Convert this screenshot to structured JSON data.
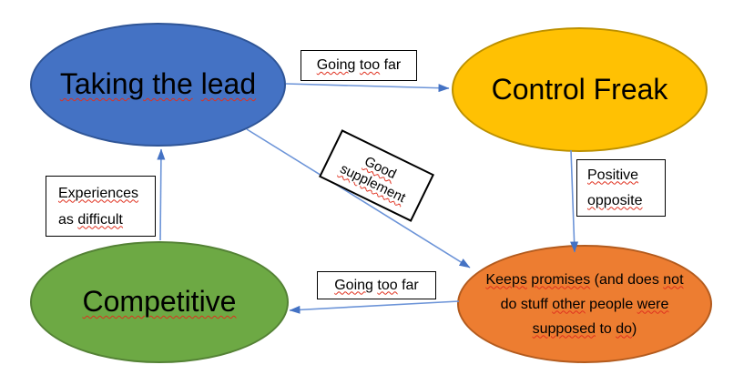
{
  "colors": {
    "background": "#FFFFFF",
    "text": "#000000",
    "arrow_line": "#6C94D8",
    "arrow_head": "#4472C4",
    "squiggle": "#E0301E",
    "label_bg": "#FFFFFF",
    "label_border": "#000000"
  },
  "nodes": {
    "taking_the_lead": {
      "fill": "#4472C4",
      "border": "#2F5597",
      "segments": [
        {
          "t": "Taking the",
          "sp": true
        },
        {
          "t": " ",
          "sp": false
        },
        {
          "t": "lead",
          "sp": true
        }
      ]
    },
    "control_freak": {
      "fill": "#FFC103",
      "border": "#BC9000",
      "segments": [
        {
          "t": "Control Freak",
          "sp": false
        }
      ]
    },
    "competitive": {
      "fill": "#6DA944",
      "border": "#548235",
      "segments": [
        {
          "t": "Competitive",
          "sp": true
        }
      ]
    },
    "keeps_promises": {
      "fill": "#ED7D31",
      "border": "#B35B1E",
      "segments": [
        {
          "t": "Keeps",
          "sp": true
        },
        {
          "t": " ",
          "sp": false
        },
        {
          "t": "promises",
          "sp": true
        },
        {
          "t": " (and does ",
          "sp": false
        },
        {
          "t": "not",
          "sp": true
        },
        {
          "br": true
        },
        {
          "t": "do stuff ",
          "sp": false
        },
        {
          "t": "other",
          "sp": true
        },
        {
          "t": " people ",
          "sp": false
        },
        {
          "t": "were",
          "sp": true
        },
        {
          "br": true
        },
        {
          "t": "supposed",
          "sp": true
        },
        {
          "t": " to ",
          "sp": false
        },
        {
          "t": "do",
          "sp": true
        },
        {
          "t": ")",
          "sp": false
        }
      ]
    }
  },
  "edge_labels": {
    "going_too_far_top": {
      "segments": [
        {
          "t": "Going",
          "sp": true
        },
        {
          "t": " ",
          "sp": false
        },
        {
          "t": "too",
          "sp": true
        },
        {
          "t": " far",
          "sp": false
        }
      ]
    },
    "good_supplement": {
      "segments": [
        {
          "t": "Good",
          "sp": true
        },
        {
          "br": true
        },
        {
          "t": "supplement",
          "sp": true
        }
      ]
    },
    "positive_opposite": {
      "segments": [
        {
          "t": "Positive",
          "sp": true
        },
        {
          "br": true
        },
        {
          "t": "opposite",
          "sp": true
        }
      ]
    },
    "experiences_as_difficult": {
      "segments": [
        {
          "t": "Experiences",
          "sp": true
        },
        {
          "br": true
        },
        {
          "t": "as ",
          "sp": false
        },
        {
          "t": "difficult",
          "sp": true
        }
      ]
    },
    "going_too_far_bottom": {
      "segments": [
        {
          "t": "Going",
          "sp": true
        },
        {
          "t": " ",
          "sp": false
        },
        {
          "t": "too",
          "sp": true
        },
        {
          "t": " far",
          "sp": false
        }
      ]
    }
  },
  "connections": [
    {
      "from": "taking_the_lead",
      "to": "control_freak",
      "label": "going_too_far_top"
    },
    {
      "from": "taking_the_lead",
      "to": "keeps_promises",
      "label": "good_supplement"
    },
    {
      "from": "control_freak",
      "to": "keeps_promises",
      "label": "positive_opposite"
    },
    {
      "from": "keeps_promises",
      "to": "competitive",
      "label": "going_too_far_bottom"
    },
    {
      "from": "competitive",
      "to": "taking_the_lead",
      "label": "experiences_as_difficult"
    }
  ]
}
